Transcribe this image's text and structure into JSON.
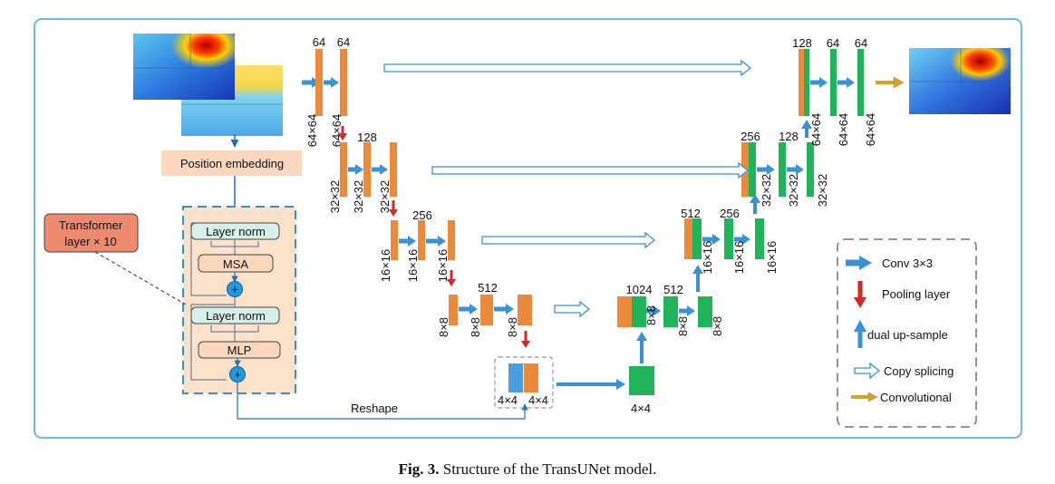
{
  "labels": {
    "position_embedding": "Position embedding",
    "transformer_line1": "Transformer",
    "transformer_line2": "layer × 10",
    "layer_norm_1": "Layer norm",
    "msa": "MSA",
    "layer_norm_2": "Layer norm",
    "mlp": "MLP",
    "plus": "+",
    "reshape": "Reshape"
  },
  "channels": {
    "enc1_a": "64",
    "enc1_b": "64",
    "enc2": "128",
    "enc3": "256",
    "enc4": "512",
    "dec4_a": "1024",
    "dec4_b": "512",
    "dec3_a": "512",
    "dec3_b": "256",
    "dec2_a": "256",
    "dec2_b": "128",
    "dec1_a": "128",
    "dec1_b": "64",
    "dec1_c": "64"
  },
  "sizes": {
    "s64": "64×64",
    "s32": "32×32",
    "s16": "16×16",
    "s8": "8×8",
    "s4": "4×4"
  },
  "legend": {
    "conv": "Conv 3×3",
    "pool": "Pooling layer",
    "upsample": "dual up-sample",
    "copy": "Copy splicing",
    "convolutional": "Convolutional"
  },
  "caption": {
    "prefix": "Fig. 3.",
    "text": " Structure of the TransUNet model."
  },
  "colors": {
    "frame": "#6fb9dc",
    "encoder_block": "#ec8a3c",
    "decoder_block": "#1fb35a",
    "transformer_block": "#4a9ee0",
    "conv_arrow": "#3a92d6",
    "pool_arrow": "#d42a2a",
    "pos_embed_fill": "#fbd8bd",
    "transformer_box_fill": "#fde2cb",
    "inner_box_fill": "#d6efe8",
    "label_box_fill": "#ee8a6d",
    "conv_out_arrow": "#d9a21f"
  }
}
